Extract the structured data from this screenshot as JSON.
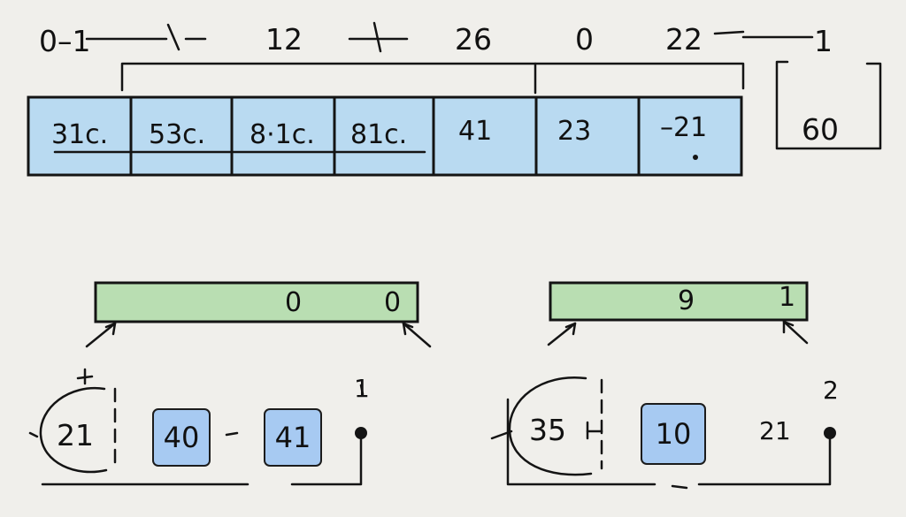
{
  "colors": {
    "background": "#f0efeb",
    "ink": "#141414",
    "array_fill": "#b9daf1",
    "bar_fill": "#b9deb2",
    "chip_fill": "#a7caf2"
  },
  "top_labels": [
    "0–1",
    "12",
    "26",
    "0",
    "22",
    "1"
  ],
  "array_cells": [
    "31c.",
    "53c.",
    "8·1c.",
    "81c.",
    "41",
    "23",
    "–21"
  ],
  "side_box": "60",
  "left_group": {
    "bar_values": [
      "0",
      "0"
    ],
    "circle_label": "21",
    "chips": [
      "40",
      "41"
    ],
    "side_mark": "1"
  },
  "right_group": {
    "bar_values": [
      "9",
      "1"
    ],
    "circle_label": "35",
    "chip": "10",
    "side_mark": "2",
    "right_label": "21"
  }
}
